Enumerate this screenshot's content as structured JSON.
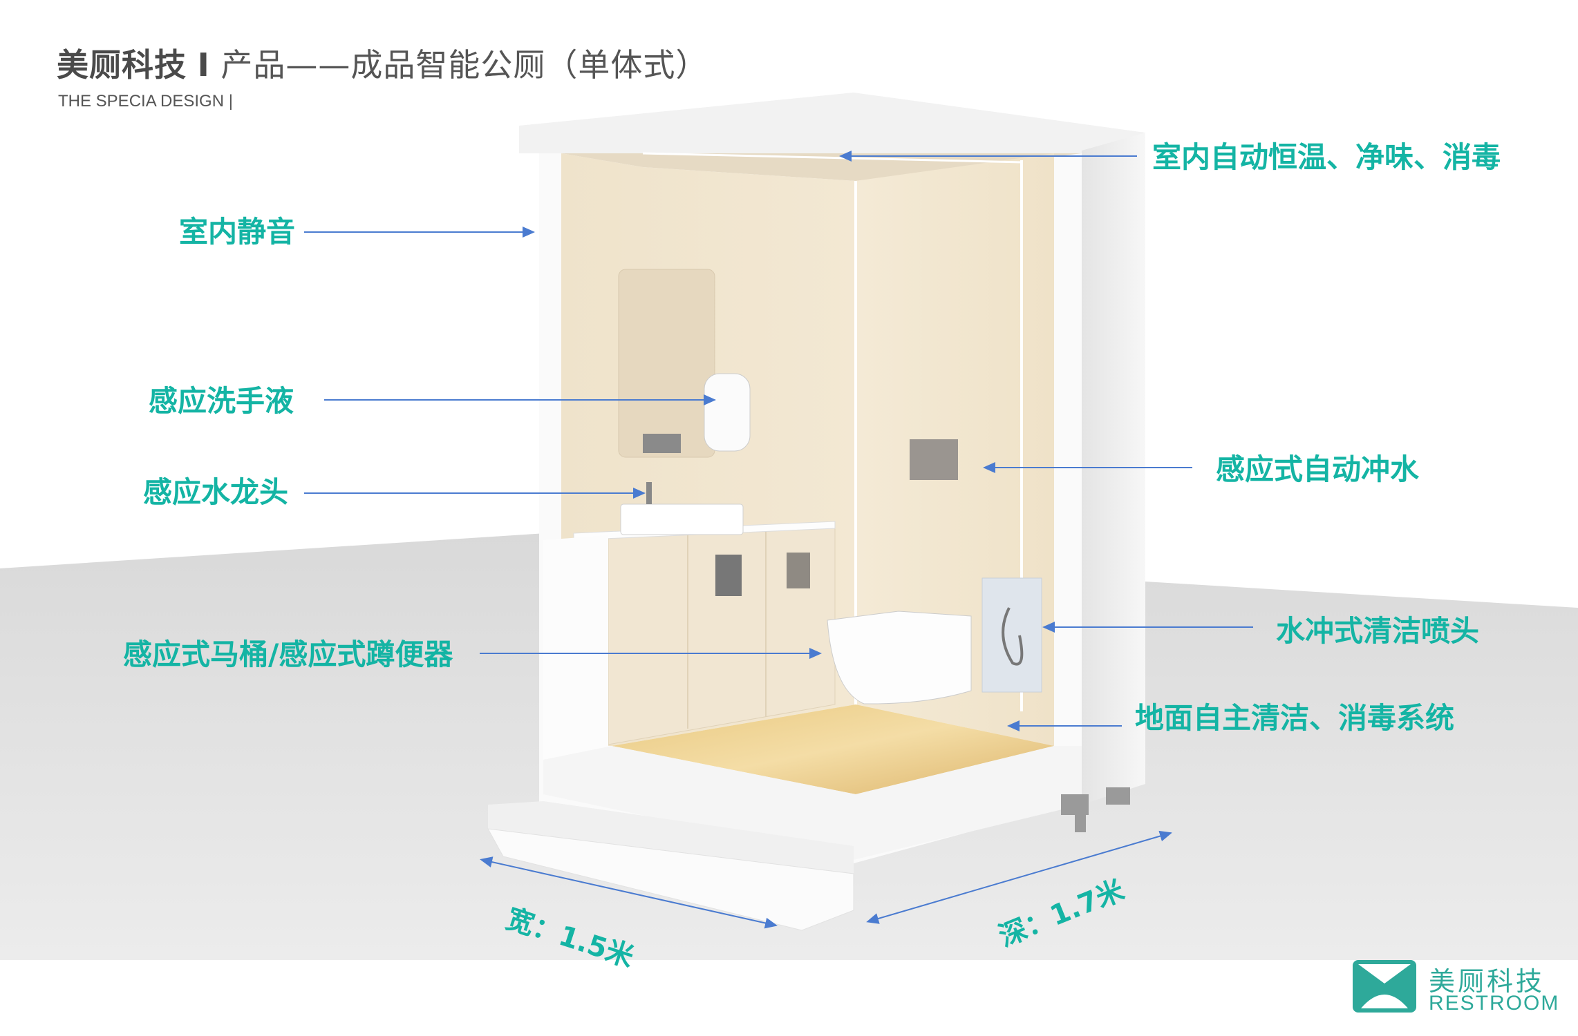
{
  "header": {
    "brand": "美厕科技",
    "separator": "I",
    "title": "产品——成品智能公厕（单体式）",
    "subtitle": "THE SPECIA DESIGN |"
  },
  "features": {
    "ceiling": "室内自动恒温、净味、消毒",
    "silence": "室内静音",
    "soap": "感应洗手液",
    "faucet": "感应水龙头",
    "flush": "感应式自动冲水",
    "sprayer": "水冲式清洁喷头",
    "toilet": "感应式马桶/感应式蹲便器",
    "floor": "地面自主清洁、消毒系统"
  },
  "dimensions": {
    "width": "宽：1.5米",
    "depth": "深：1.7米"
  },
  "logo": {
    "cn": "美厕科技",
    "en": "RESTROOM"
  },
  "colors": {
    "accent": "#14b4a4",
    "arrow": "#4a7bd0",
    "logo": "#2ea99a"
  }
}
